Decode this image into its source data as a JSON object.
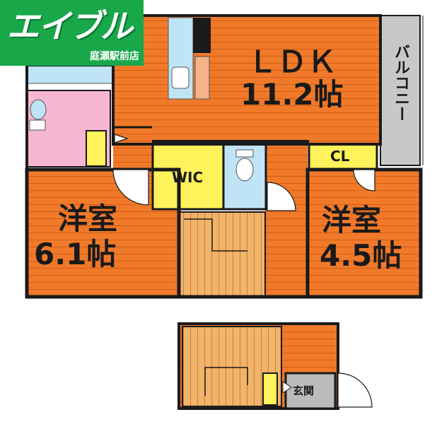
{
  "logo": {
    "name": "エイブル",
    "branch": "庭瀬駅前店"
  },
  "rooms": {
    "ldk_name": "ＬＤＫ",
    "ldk_size": "11.2帖",
    "western1_name": "洋室",
    "western1_size": "6.1帖",
    "western2_name": "洋室",
    "western2_size": "4.5帖",
    "wic": "WIC",
    "closet": "CL",
    "balcony": "バルコニー",
    "entrance": "玄関"
  },
  "colors": {
    "room_floor": "#f07a2a",
    "room_line": "#d45d14",
    "wall": "#1a1a1a",
    "closet": "#fff25a",
    "bathroom": "#f7b6d2",
    "water": "#bfe4f5",
    "balcony": "#c8c8c8",
    "entrance": "#bbbbbb",
    "stairs": "#f2b36a",
    "logo_green": "#18a84a"
  }
}
